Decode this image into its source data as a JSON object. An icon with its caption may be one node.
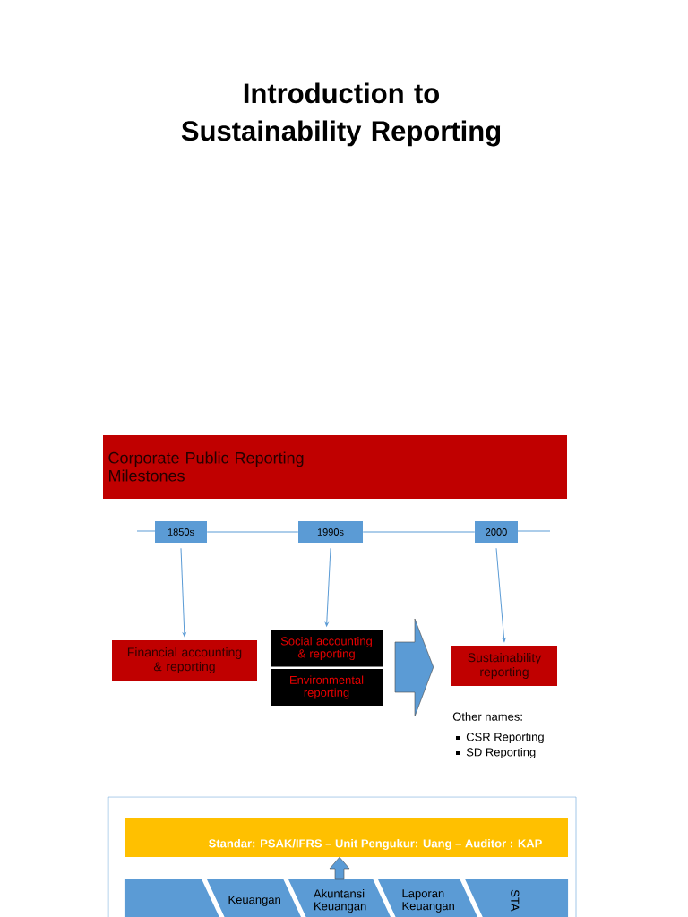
{
  "diagram": {
    "title": "Introduction to Sustainability Reporting",
    "nodes": [
      {
        "text": [
          "Corporate Public Reporting Milestones"
        ]
      },
      {
        "text": [
          "1850s"
        ]
      },
      {
        "text": [
          "1990s"
        ]
      },
      {
        "text": [
          "2000"
        ]
      },
      {
        "text": [
          "Financial accounting & reporting"
        ]
      },
      {
        "text": [
          "Social accounting & reporting"
        ]
      },
      {
        "text": [
          "Environmental reporting"
        ]
      },
      {
        "text": [
          "Sustainability reporting"
        ],
        "beside": [
          "Other names:",
          "CSR Reporting",
          "SD Reporting"
        ]
      },
      {
        "text": [],
        "shape": "box"
      },
      {
        "text": [
          "Standar: PSAK/IFRS – Unit Pengukur: Uang – Auditor : KAP"
        ],
        "in": 8
      },
      {
        "text": [],
        "shape": "box",
        "in": 8
      },
      {
        "text": [
          "Keuangan"
        ],
        "in": 8
      },
      {
        "text": [
          "Akuntansi Keuangan"
        ],
        "in": 8
      },
      {
        "text": [
          "Laporan Keuangan"
        ],
        "in": 8
      },
      {
        "text": [
          "STA"
        ],
        "in": 8
      }
    ],
    "edges": [
      {
        "from": 1,
        "to": 2,
        "arrow": "none"
      },
      {
        "from": 2,
        "to": 3,
        "arrow": "none"
      },
      {
        "from": 1,
        "to": 4,
        "arrow": "to"
      },
      {
        "from": 2,
        "to": 5,
        "arrow": "to"
      },
      {
        "from": 3,
        "to": 7,
        "arrow": "to"
      },
      {
        "from": 5,
        "to": 7,
        "arrow": "to",
        "style": "thick"
      },
      {
        "from": 6,
        "to": 7,
        "arrow": "to",
        "style": "thick"
      },
      {
        "from": 12,
        "to": 9,
        "arrow": "to",
        "style": "thick"
      }
    ]
  }
}
